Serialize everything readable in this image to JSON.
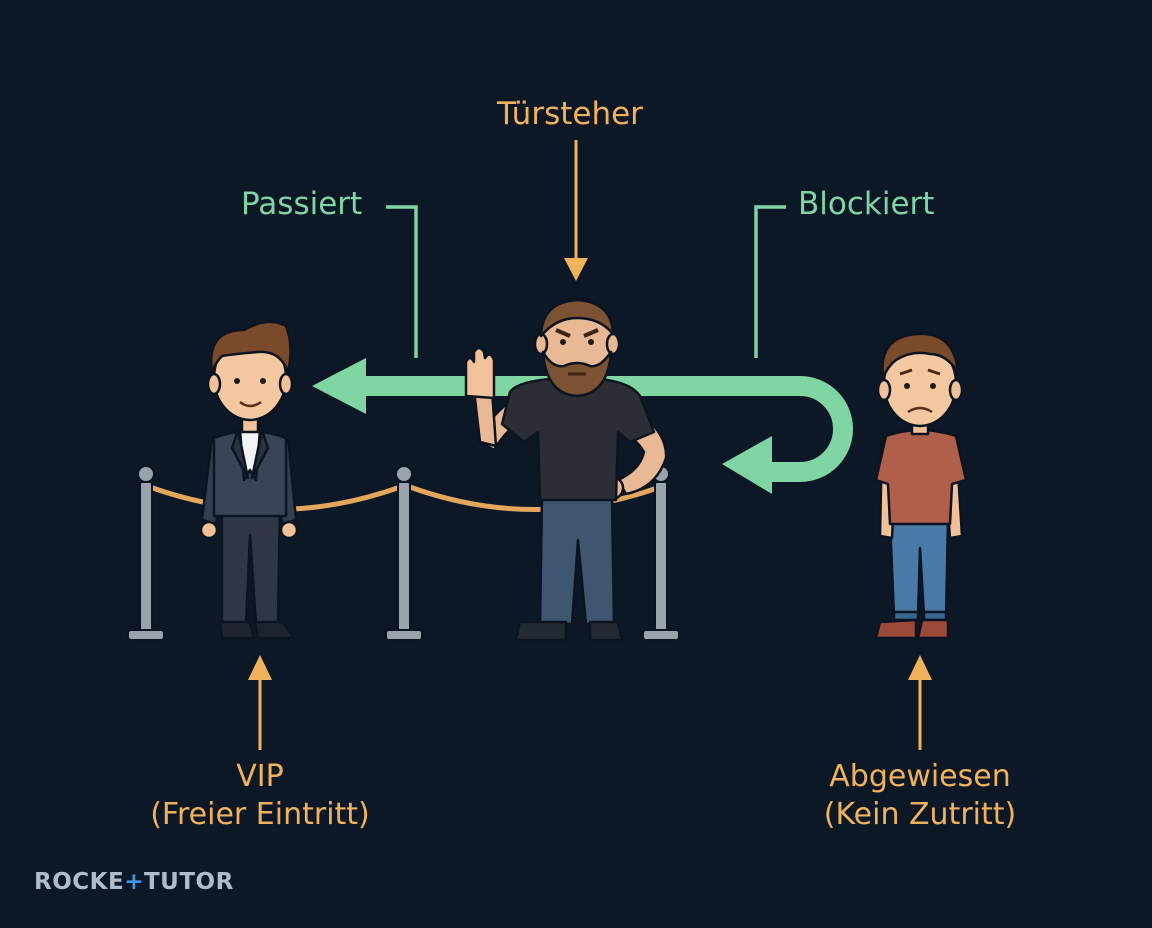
{
  "labels": {
    "doorman": "Türsteher",
    "passed": "Passiert",
    "blocked": "Blockiert",
    "vip_line1": "VIP",
    "vip_line2": "(Freier Eintritt)",
    "rejected_line1": "Abgewiesen",
    "rejected_line2": "(Kein Zutritt)"
  },
  "logo": {
    "part1": "ROCKE",
    "plus": "+",
    "part2": "TUTO",
    "last": "R"
  },
  "colors": {
    "background": "#0d1826",
    "accent_green": "#7fd6a3",
    "accent_orange": "#f2b25c",
    "rope": "#e3a65a",
    "stanchion": "#9aa3ad",
    "logo_text": "#aebccb",
    "logo_plus": "#3b9ae8"
  }
}
